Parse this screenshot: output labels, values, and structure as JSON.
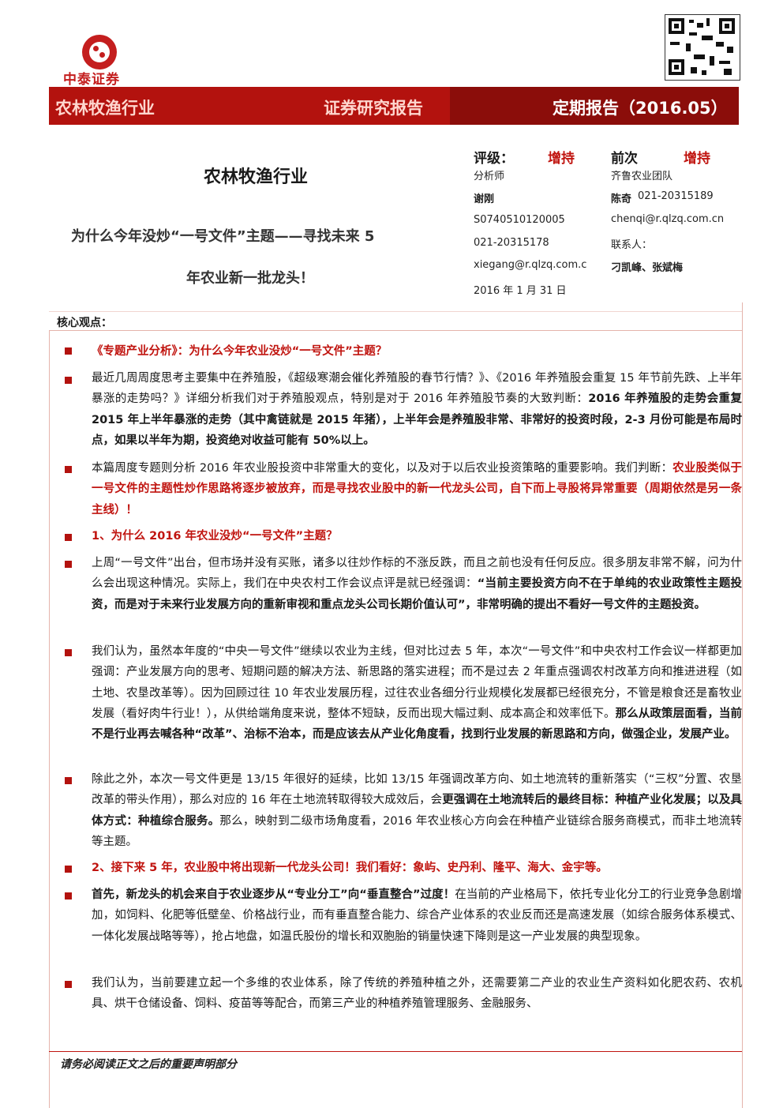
{
  "brand": {
    "name": "中泰证券"
  },
  "banner": {
    "industry": "农林牧渔行业",
    "type": "证券研究报告",
    "period": "定期报告（2016.05）"
  },
  "title": {
    "industry": "农林牧渔行业",
    "line1": "为什么今年没炒“一号文件”主题——寻找未来 5",
    "line2": "年农业新一批龙头！"
  },
  "rating": {
    "label": "评级：",
    "value": "增持",
    "prev_label": "前次",
    "prev_value": "增持"
  },
  "analyst": {
    "role": "分析师",
    "name": "谢刚",
    "cert": "S0740510120005",
    "phone": "021-20315178",
    "email": "xiegang@r.qlzq.com.c",
    "date": "2016 年 1 月 31 日"
  },
  "team": {
    "name": "齐鲁农业团队",
    "member": "陈奇",
    "member_phone": "021-20315189",
    "member_email": "chenqi@r.qlzq.com.cn",
    "contact_label": "联系人：",
    "contacts": "刁凯峰、张斌梅"
  },
  "core_label": "核心观点：",
  "paragraphs": {
    "p1": "《专题产业分析》：为什么今年农业没炒“一号文件”主题？",
    "p2a": "最近几周周度思考主要集中在养殖股，《超级寒潮会催化养殖股的春节行情？》、《2016 年养殖股会重复 15 年节前先跌、上半年暴涨的走势吗？》详细分析我们对于养殖股观点，特别是对于 2016 年养殖股节奏的大致判断：",
    "p2b": "2016 年养殖股的走势会重复 2015 年上半年暴涨的走势（其中禽链就是 2015 年猪），上半年会是养殖股非常、非常好的投资时段，2-3 月份可能是布局时点，如果以半年为期，投资绝对收益可能有 50%以上。",
    "p3a": "本篇周度专题则分析 2016 年农业股投资中非常重大的变化，以及对于以后农业投资策略的重要影响。我们判断：",
    "p3b": "农业股类似于一号文件的主题性炒作思路将逐步被放弃，而是寻找农业股中的新一代龙头公司，自下而上寻股将异常重要（周期依然是另一条主线）！",
    "p4": "1、为什么 2016 年农业没炒“一号文件”主题？",
    "p5a": "上周“一号文件”出台，但市场并没有买账，诸多以往炒作标的不涨反跌，而且之前也没有任何反应。很多朋友非常不解，问为什么会出现这种情况。实际上，我们在中央农村工作会议点评是就已经强调：",
    "p5b": "“当前主要投资方向不在于单纯的农业政策性主题投资，而是对于未来行业发展方向的重新审视和重点龙头公司长期价值认可”，非常明确的提出不看好一号文件的主题投资。",
    "p6a": "我们认为，虽然本年度的“中央一号文件”继续以农业为主线，但对比过去 5 年，本次“一号文件”和中央农村工作会议一样都更加强调：产业发展方向的思考、短期问题的解决方法、新思路的落实进程；而不是过去 2 年重点强调农村改革方向和推进进程（如土地、农垦改革等）。因为回顾过往 10 年农业发展历程，过往农业各细分行业规模化发展都已经很充分，不管是粮食还是畜牧业发展（看好肉牛行业！），从供给端角度来说，整体不短缺，反而出现大幅过剩、成本高企和效率低下。",
    "p6b": "那么从政策层面看，当前不是行业再去喊各种“改革”、治标不治本，而是应该去从产业化角度看，找到行业发展的新思路和方向，做强企业，发展产业。",
    "p7a": "除此之外，本次一号文件更是 13/15 年很好的延续，比如 13/15 年强调改革方向、如土地流转的重新落实（“三权”分置、农垦改革的带头作用），那么对应的 16 年在土地流转取得较大成效后，会",
    "p7b": "更强调在土地流转后的最终目标：种植产业化发展；以及具体方式：种植综合服务。",
    "p7c": "那么，映射到二级市场角度看，2016 年农业核心方向会在种植产业链综合服务商模式，而非土地流转等主题。",
    "p8": "2、接下来 5 年，农业股中将出现新一代龙头公司！我们看好：象屿、史丹利、隆平、海大、金宇等。",
    "p9a": "首先，新龙头的机会来自于农业逐步从“专业分工”向“垂直整合”过度！",
    "p9b": "在当前的产业格局下，依托专业化分工的行业竞争急剧增加，如饲料、化肥等低壁垒、价格战行业，而有垂直整合能力、综合产业体系的农业反而还是高速发展（如综合服务体系模式、一体化发展战略等等），抢占地盘，如温氏股份的增长和双胞胎的销量快速下降则是这一产业发展的典型现象。",
    "p10": "我们认为，当前要建立起一个多维的农业体系，除了传统的养殖种植之外，还需要第二产业的农业生产资料如化肥农药、农机具、烘干仓储设备、饲料、疫苗等等配合，而第三产业的种植养殖管理服务、金融服务、"
  },
  "footer": "请务必阅读正文之后的重要声明部分",
  "colors": {
    "brand_red": "#c41e1e",
    "banner_dark": "#8b0d0a",
    "highlight": "#c0140f"
  }
}
